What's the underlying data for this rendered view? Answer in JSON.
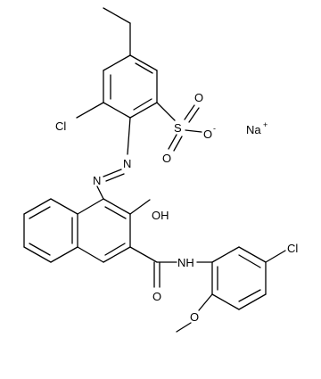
{
  "labels": {
    "cl_top": "Cl",
    "s": "S",
    "o_s1": "O",
    "o_s2": "O",
    "o_minus": "O",
    "minus": "-",
    "na": "Na",
    "plus": "+",
    "n1": "N",
    "n2": "N",
    "oh": "OH",
    "nh": "NH",
    "o_amide": "O",
    "cl_bottom": "Cl",
    "o_methoxy": "O"
  }
}
